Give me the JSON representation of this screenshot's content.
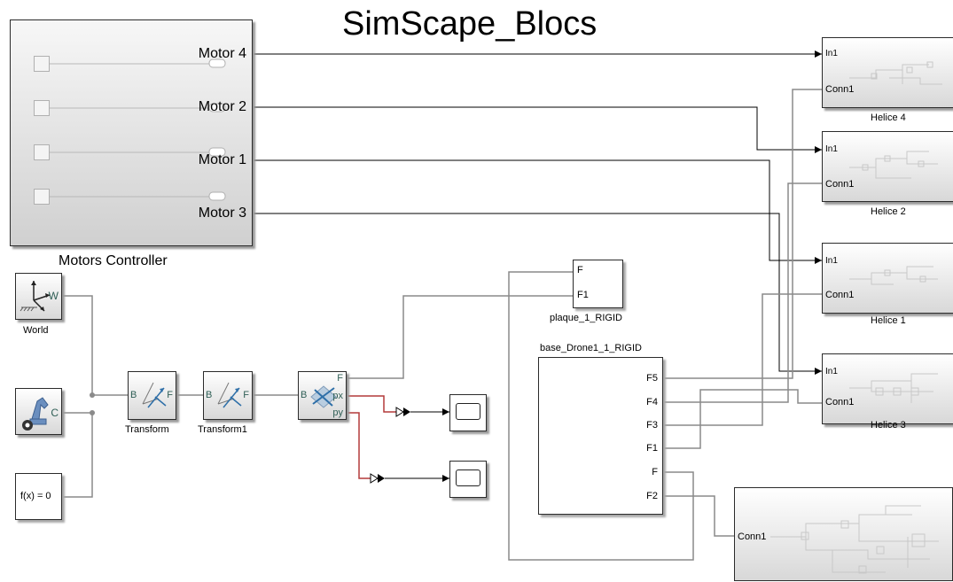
{
  "title": "SimScape_Blocs",
  "motors_controller": {
    "caption": "Motors Controller",
    "ports": [
      "Motor 4",
      "Motor 2",
      "Motor 1",
      "Motor 3"
    ]
  },
  "helices": [
    {
      "caption": "Helice 4",
      "in_label": "In1",
      "conn_label": "Conn1"
    },
    {
      "caption": "Helice 2",
      "in_label": "In1",
      "conn_label": "Conn1"
    },
    {
      "caption": "Helice 1",
      "in_label": "In1",
      "conn_label": "Conn1"
    },
    {
      "caption": "Helice 3",
      "in_label": "In1",
      "conn_label": "Conn1"
    }
  ],
  "world": {
    "caption": "World",
    "port_label": "W"
  },
  "config_block": {
    "port_label": "C"
  },
  "solver_block": {
    "label": "f(x) = 0"
  },
  "transform": {
    "caption": "Transform",
    "in_port": "B",
    "out_port": "F"
  },
  "transform1": {
    "caption": "Transform1",
    "in_port": "B",
    "out_port": "F"
  },
  "joint": {
    "in_port": "B",
    "out_ports": [
      "F",
      "px",
      "py"
    ]
  },
  "plaque": {
    "caption": "plaque_1_RIGID",
    "ports": [
      "F",
      "F1"
    ]
  },
  "base_drone": {
    "caption": "base_Drone1_1_RIGID",
    "ports": [
      "F5",
      "F4",
      "F3",
      "F1",
      "F",
      "F2"
    ]
  },
  "bottom_subsystem": {
    "port_label": "Conn1"
  },
  "colors": {
    "physical_line": "#8a8a8a",
    "signal_line": "#000000",
    "sensor_line": "#b33a3a"
  }
}
